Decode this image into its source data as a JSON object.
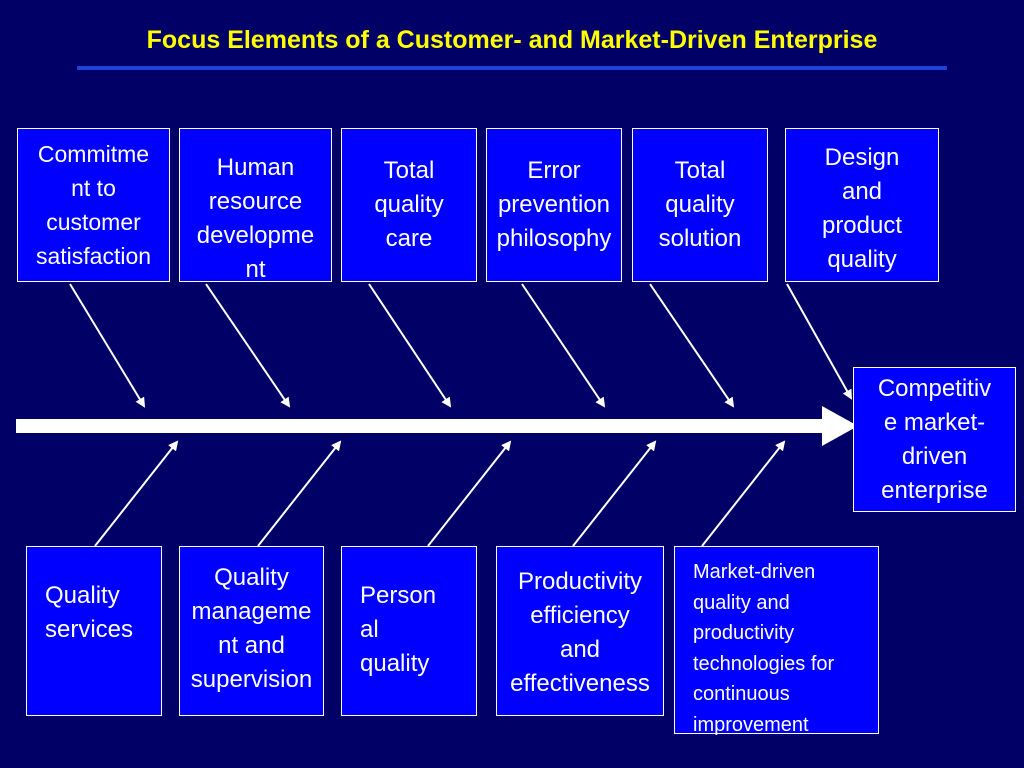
{
  "title": "Focus Elements of a Customer- and Market-Driven Enterprise",
  "top_boxes": [
    {
      "id": "commitment",
      "label": "Commitme\nnt to\ncustomer\nsatisfaction"
    },
    {
      "id": "hr",
      "label": "Human\nresource\ndevelopme\nnt"
    },
    {
      "id": "tqc",
      "label": "Total\nquality\ncare"
    },
    {
      "id": "error",
      "label": "Error\nprevention\nphilosophy"
    },
    {
      "id": "tqs",
      "label": "Total\nquality\nsolution"
    },
    {
      "id": "design",
      "label": "Design\nand\nproduct\nquality"
    }
  ],
  "bottom_boxes": [
    {
      "id": "services",
      "label": "Quality\nservices"
    },
    {
      "id": "management",
      "label": "Quality\nmanageme\nnt and\nsupervision"
    },
    {
      "id": "personal",
      "label": "Person\nal\nquality"
    },
    {
      "id": "productivity",
      "label": "Productivity\nefficiency\nand\neffectiveness"
    },
    {
      "id": "market",
      "label": "Market-driven\nquality and\nproductivity\ntechnologies for\ncontinuous\nimprovement"
    }
  ],
  "result_box": {
    "label": "Competitiv\ne market-\ndriven\nenterprise"
  },
  "colors": {
    "background": "#000066",
    "title": "#ffff00",
    "box_fill": "#0000ff",
    "line": "#ffffff"
  }
}
